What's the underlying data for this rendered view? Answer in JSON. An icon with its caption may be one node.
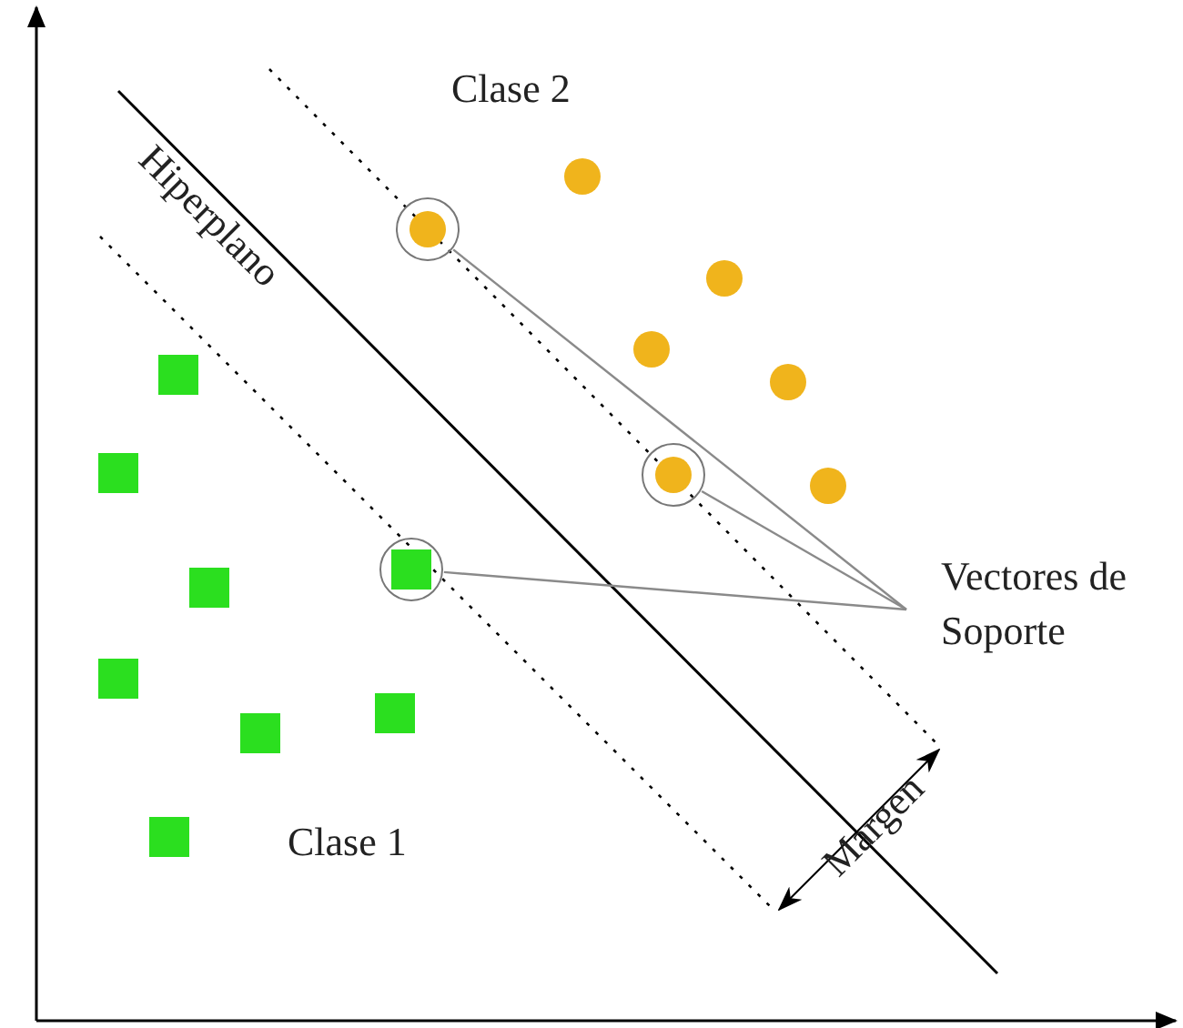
{
  "diagram": {
    "nodes": [
      {
        "text": [
          "Vectores de Soporte"
        ]
      },
      {
        "text": [],
        "shape": "circle"
      },
      {
        "text": [],
        "shape": "circle"
      },
      {
        "text": [],
        "shape": "circle"
      }
    ],
    "edges": [
      {
        "from": 0,
        "to": 1,
        "arrow": "none"
      },
      {
        "from": 0,
        "to": 2,
        "arrow": "none"
      },
      {
        "from": 0,
        "to": 3,
        "arrow": "none"
      }
    ],
    "labels": [
      "Clase 2",
      "Hiperplano",
      "Clase 1",
      "Margen"
    ]
  }
}
